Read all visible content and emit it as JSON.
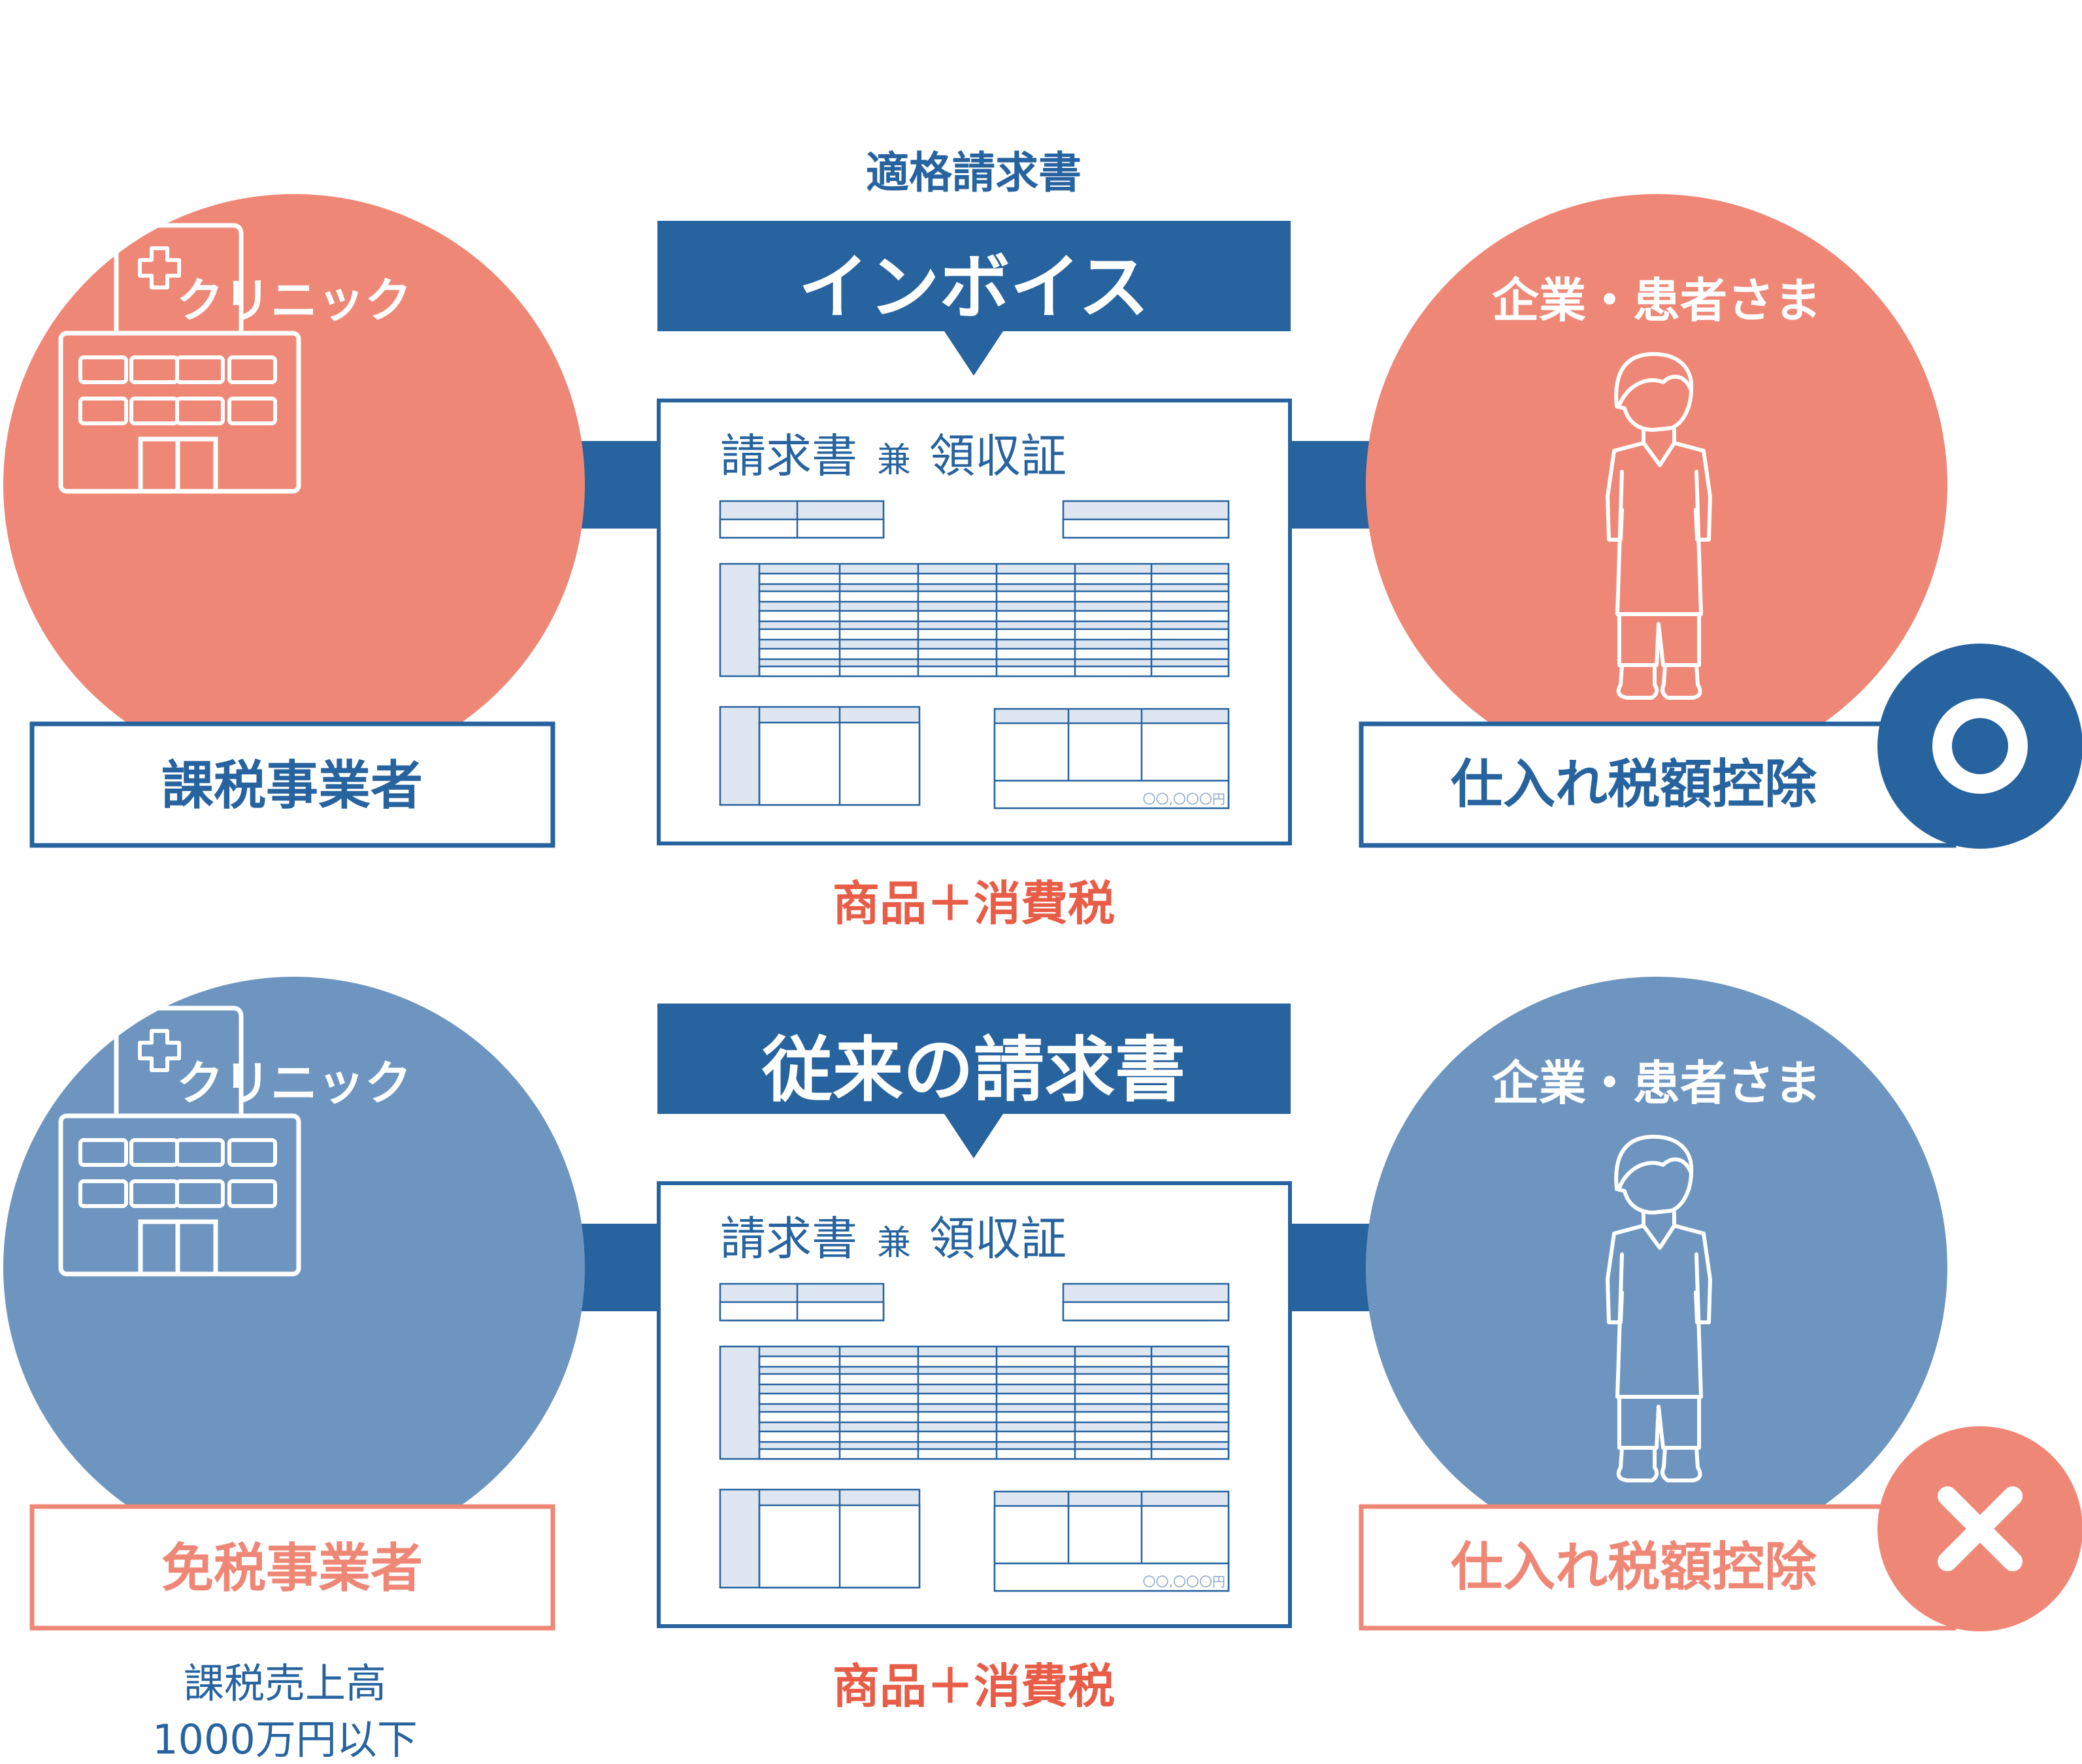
{
  "colors": {
    "salmon": "#EF8776",
    "steel": "#6D95BF",
    "navy": "#27639E",
    "white": "#FFFFFF",
    "form_fill": "#DDE6F1",
    "price_red": "#E85D47"
  },
  "top": {
    "caption": "適格請求書",
    "banner": "インボイス",
    "clinic_label": "クリニック",
    "clinic_box": "課税事業者",
    "customer_label": "企業・患者さま",
    "result_box": "仕入れ税額控除",
    "result_mark": "circle-icon",
    "doc_title": "請求書",
    "doc_title_small": "兼",
    "doc_title_rest": "領収証",
    "doc_amount": "〇〇,〇〇〇円",
    "price_note": "商品＋消費税"
  },
  "bottom": {
    "banner": "従来の請求書",
    "clinic_label": "クリニック",
    "clinic_box": "免税事業者",
    "clinic_note_1": "課税売上高",
    "clinic_note_2": "1000万円以下",
    "customer_label": "企業・患者さま",
    "result_box": "仕入れ税額控除",
    "result_mark": "cross-icon",
    "doc_title": "請求書",
    "doc_title_small": "兼",
    "doc_title_rest": "領収証",
    "doc_amount": "〇〇,〇〇〇円",
    "price_note": "商品＋消費税"
  }
}
